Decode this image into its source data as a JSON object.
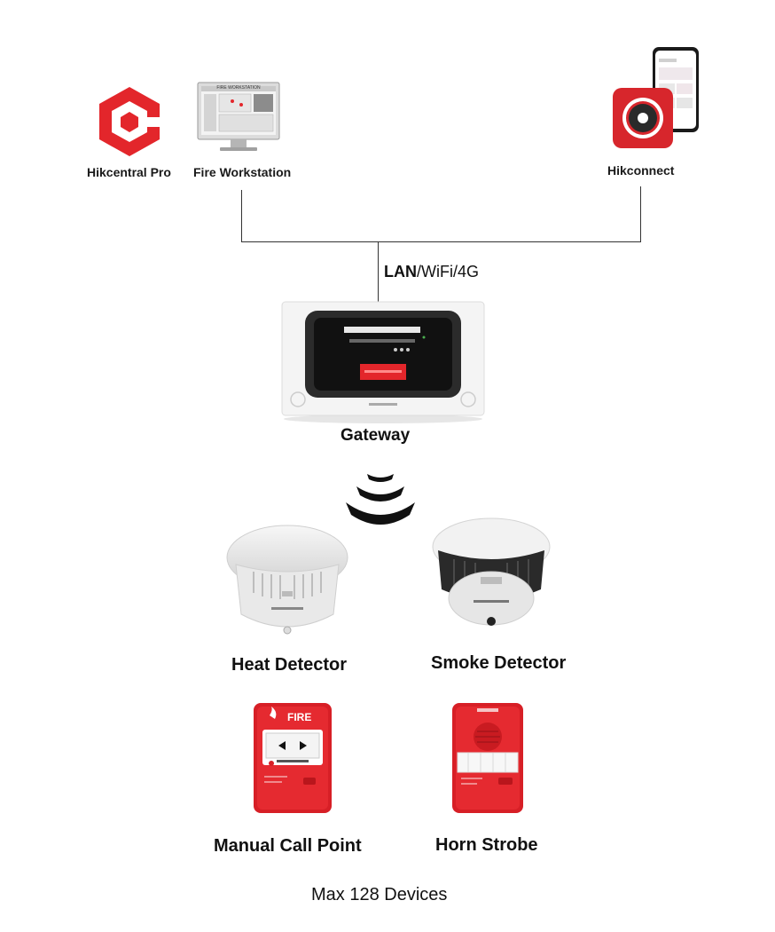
{
  "nodes": {
    "hikcentral": {
      "label": "Hikcentral Pro"
    },
    "workstation": {
      "label": "Fire Workstation",
      "screen_title": "FIRE WORKSTATION"
    },
    "hikconnect": {
      "label": "Hikconnect"
    },
    "gateway": {
      "label": "Gateway"
    },
    "heat": {
      "label": "Heat Detector"
    },
    "smoke": {
      "label": "Smoke Detector"
    },
    "call_point": {
      "label": "Manual Call Point",
      "panel_text": "FIRE"
    },
    "horn": {
      "label": "Horn Strobe"
    }
  },
  "link": {
    "bold": "LAN",
    "rest": "/WiFi/4G"
  },
  "footer": "Max 128 Devices",
  "colors": {
    "brand_red": "#e3262b",
    "device_red": "#d71f26",
    "line": "#333333"
  }
}
